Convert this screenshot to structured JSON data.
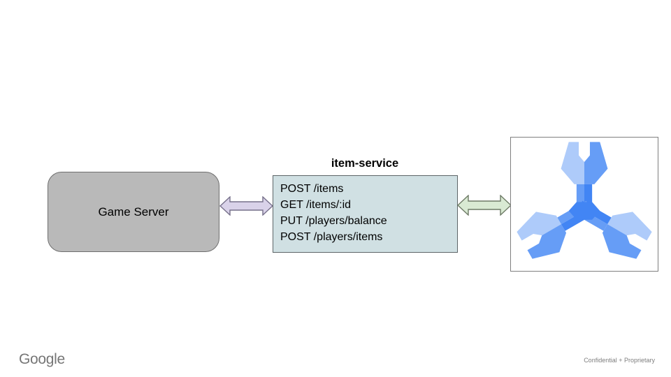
{
  "slide": {
    "footer": {
      "brand": "Google",
      "note": "Confidential + Proprietary"
    }
  },
  "diagram": {
    "game_server": {
      "label": "Game Server",
      "fill": "#b9b9b9"
    },
    "service": {
      "title": "item-service",
      "endpoints": [
        "POST /items",
        "GET /items/:id",
        "PUT /players/balance",
        "POST /players/items"
      ],
      "fill": "#d0e0e3"
    },
    "arrow_left": {
      "fill": "#d9d2e9",
      "stroke": "#76708a",
      "direction": "double-headed"
    },
    "arrow_right": {
      "fill": "#d9ead3",
      "stroke": "#6e7b66",
      "direction": "double-headed"
    },
    "spanner_icon": {
      "label": "cloud-spanner-icon",
      "colors": {
        "light": "#aecbfa",
        "medium": "#669df6",
        "dark": "#4285f4"
      }
    }
  }
}
